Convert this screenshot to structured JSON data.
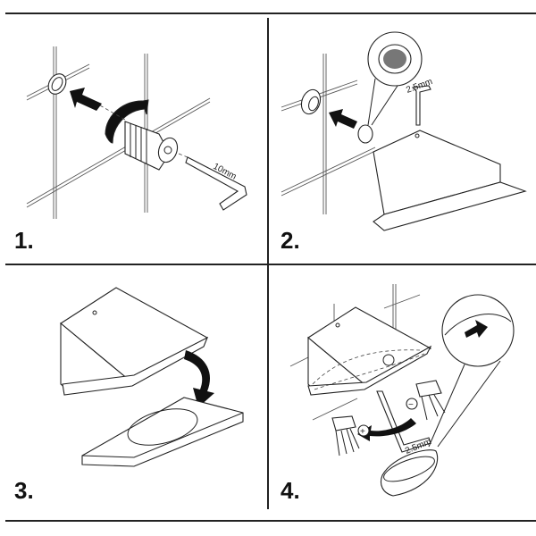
{
  "steps": [
    {
      "number": "1.",
      "wrench_label": "10mm"
    },
    {
      "number": "2.",
      "wrench_label": "2.5mm"
    },
    {
      "number": "3."
    },
    {
      "number": "4.",
      "wrench_label": "2.5mm",
      "increase_symbol": "+",
      "decrease_symbol": "−"
    }
  ],
  "colors": {
    "line": "#222222",
    "background": "#ffffff"
  }
}
